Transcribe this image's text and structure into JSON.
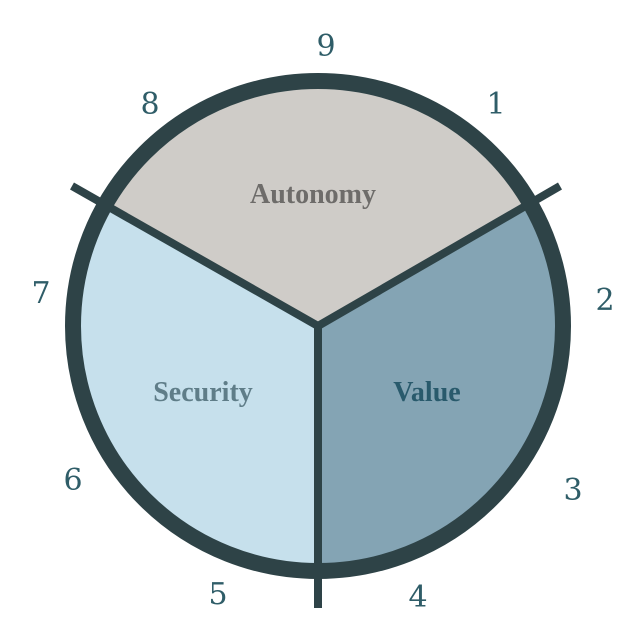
{
  "colors": {
    "ring": "#2e4347",
    "numbers": "#2f5d68",
    "background": "#ffffff"
  },
  "segments": [
    {
      "label": "Autonomy",
      "fill": "#cfccc8",
      "text_color": "#6e6c6a"
    },
    {
      "label": "Value",
      "fill": "#84a4b4",
      "text_color": "#295a6c"
    },
    {
      "label": "Security",
      "fill": "#c6e0ec",
      "text_color": "#5f7d88"
    }
  ],
  "numbers": [
    "9",
    "1",
    "2",
    "3",
    "4",
    "5",
    "6",
    "7",
    "8"
  ]
}
